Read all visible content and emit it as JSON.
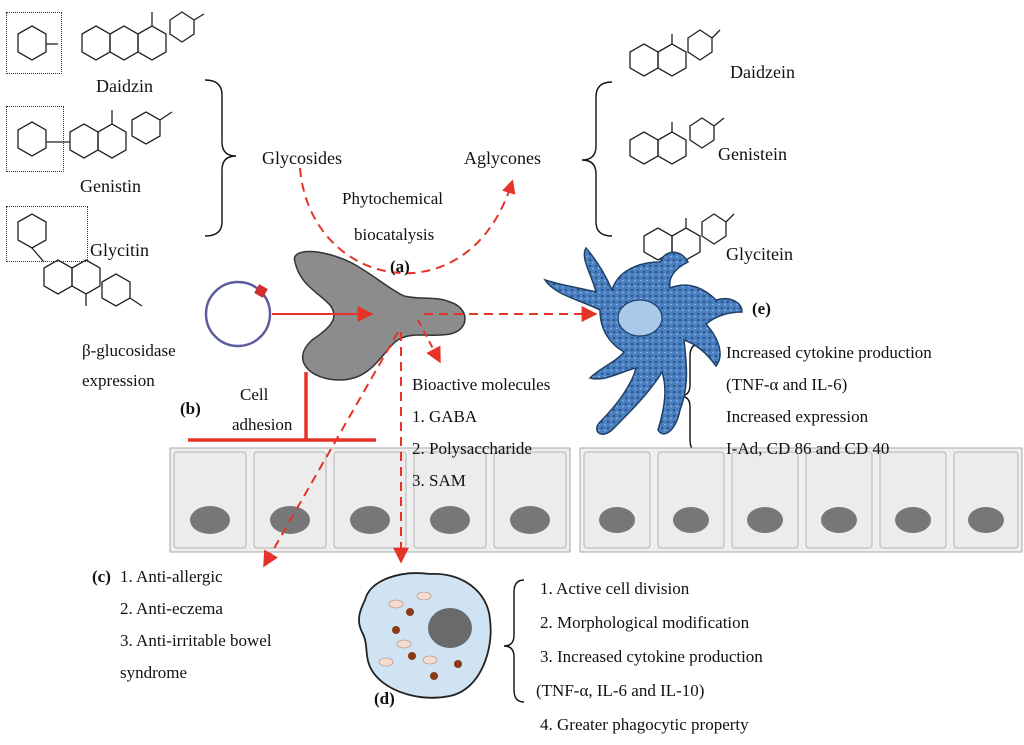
{
  "glycosides": {
    "group_label": "Glycosides",
    "compounds": [
      "Daidzin",
      "Genistin",
      "Glycitin"
    ]
  },
  "aglycones": {
    "group_label": "Aglycones",
    "compounds": [
      "Daidzein",
      "Genistein",
      "Glycitein"
    ]
  },
  "catalysis": {
    "line1": "Phytochemical",
    "line2": "biocatalysis"
  },
  "markers": {
    "a": "(a)",
    "b": "(b)",
    "c": "(c)",
    "d": "(d)",
    "e": "(e)"
  },
  "enzyme": {
    "line1": "β-glucosidase",
    "line2": "expression"
  },
  "adhesion": {
    "line1": "Cell",
    "line2": "adhesion"
  },
  "bioactive": {
    "title": "Bioactive molecules",
    "items": [
      "1. GABA",
      "2. Polysaccharide",
      "3. SAM"
    ]
  },
  "dendritic_effects": [
    "Increased cytokine production",
    "(TNF-α and IL-6)",
    "Increased expression",
    "I-Ad, CD 86 and CD 40"
  ],
  "clinical_effects": [
    "1. Anti-allergic",
    "2. Anti-eczema",
    "3. Anti-irritable bowel",
    "syndrome"
  ],
  "macrophage_effects": [
    "1. Active cell division",
    "2. Morphological modification",
    "3. Increased cytokine production",
    "(TNF-α, IL-6 and IL-10)",
    "4. Greater phagocytic property"
  ],
  "colors": {
    "arrow": "#e5332a",
    "bacterium": "#8c8c8c",
    "dendritic_cell": "#4a7fc1",
    "epithelium": "#ededed",
    "nucleus": "#6f6f6f",
    "macrophage": "#cfe3f3"
  }
}
